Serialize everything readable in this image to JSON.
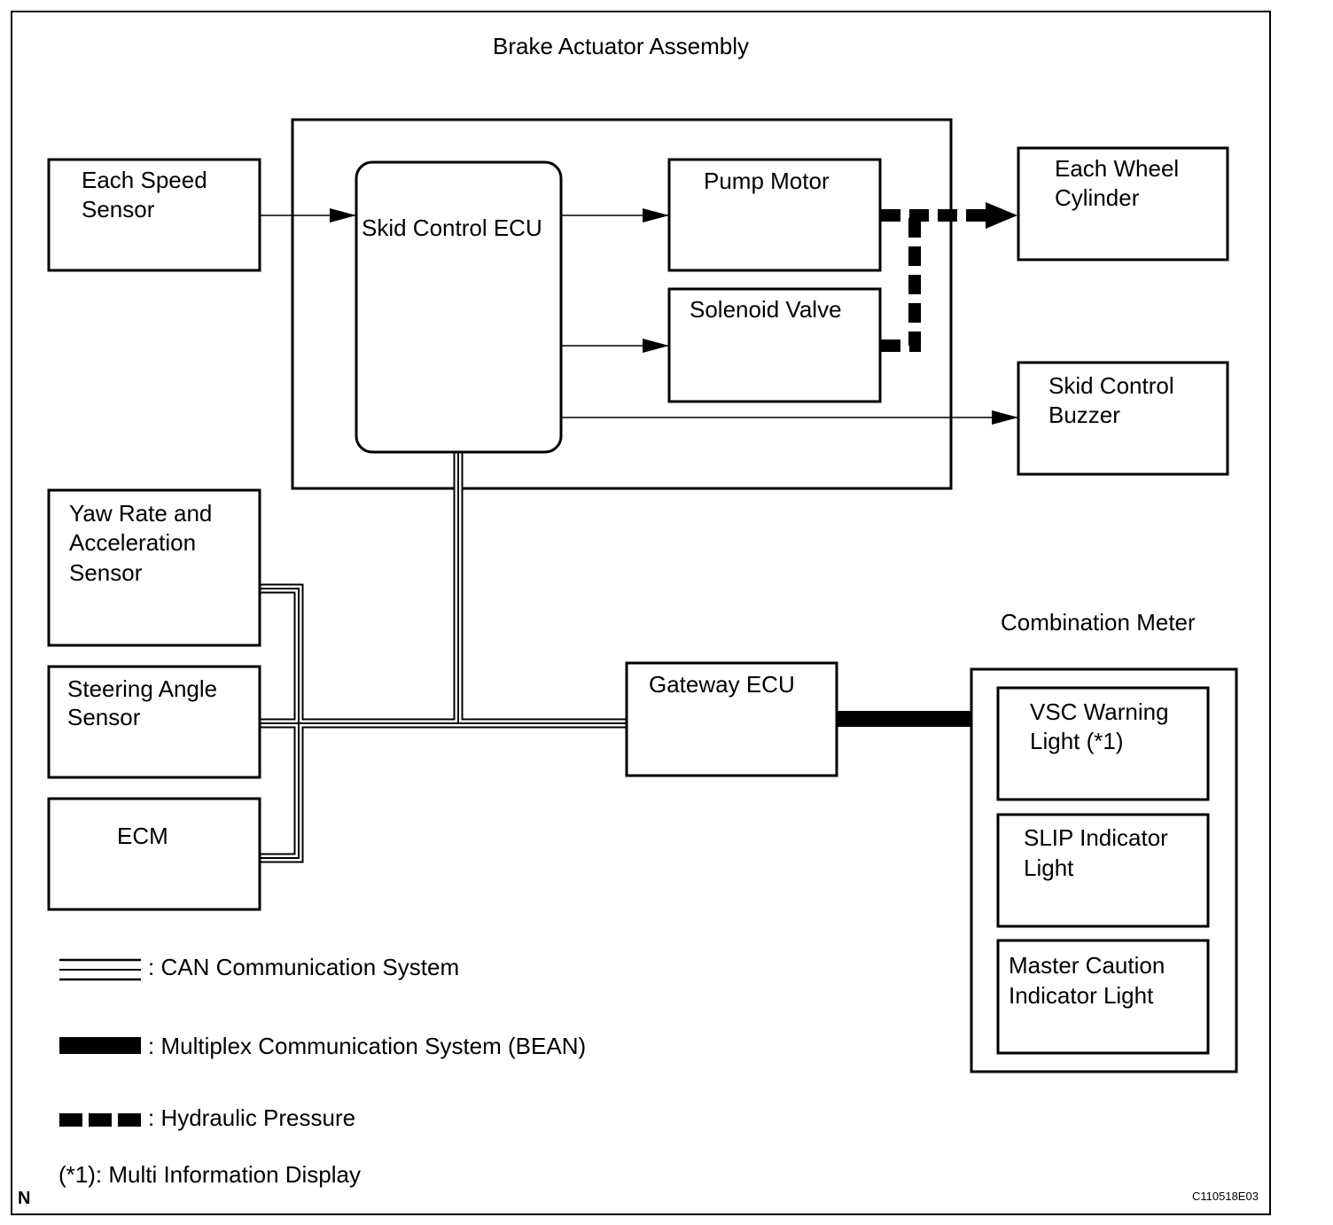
{
  "diagram": {
    "assembly_title": "Brake Actuator Assembly",
    "meter_title": "Combination Meter",
    "blocks": {
      "each_speed_sensor": [
        "Each Speed",
        "Sensor"
      ],
      "skid_control_ecu": [
        "Skid Control ECU"
      ],
      "pump_motor": [
        "Pump Motor"
      ],
      "solenoid_valve": [
        "Solenoid Valve"
      ],
      "each_wheel_cylinder": [
        "Each Wheel",
        "Cylinder"
      ],
      "skid_control_buzzer": [
        "Skid Control",
        "Buzzer"
      ],
      "yaw_rate_sensor": [
        "Yaw Rate and",
        "Acceleration",
        "Sensor"
      ],
      "steering_angle_sensor": [
        "Steering Angle",
        "Sensor"
      ],
      "ecm": [
        "ECM"
      ],
      "gateway_ecu": [
        "Gateway ECU"
      ],
      "vsc_warning_light": [
        "VSC Warning",
        "Light (*1)"
      ],
      "slip_indicator_light": [
        "SLIP Indicator",
        "Light"
      ],
      "master_caution_light": [
        "Master Caution",
        "Indicator Light"
      ]
    },
    "legend": {
      "can": ": CAN Communication System",
      "bean": ": Multiplex Communication System (BEAN)",
      "hydraulic": ": Hydraulic Pressure"
    },
    "footnote": "(*1): Multi Information Display",
    "corner_mark": "N",
    "figure_code": "C110518E03"
  }
}
